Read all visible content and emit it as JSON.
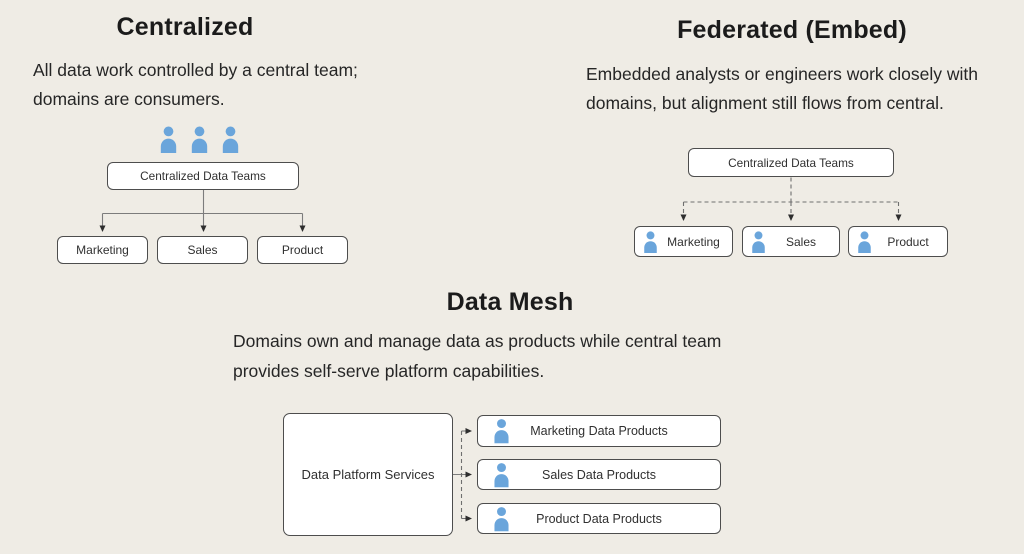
{
  "colors": {
    "background": "#EFECE5",
    "box_fill": "#FFFFFF",
    "box_border": "#4D4D4D",
    "connector_gray": "#6F6F6F",
    "arrowhead": "#2E2E2E",
    "person_blue": "#6AA5DB",
    "text_dark": "#1E1E1E"
  },
  "sections": {
    "centralized": {
      "title": "Centralized",
      "description_lines": [
        "All data work controlled by a central team;",
        "domains are consumers."
      ],
      "person_icon_count": 3,
      "parent_box_label": "Centralized Data Teams",
      "child_boxes": [
        "Marketing",
        "Sales",
        "Product"
      ]
    },
    "federated": {
      "title": "Federated (Embed)",
      "description_lines": [
        "Embedded analysts or engineers work closely with",
        "domains, but alignment still flows from central."
      ],
      "parent_box_label": "Centralized Data Teams",
      "child_boxes": [
        "Marketing",
        "Sales",
        "Product"
      ]
    },
    "data_mesh": {
      "title": "Data Mesh",
      "description_lines": [
        "Domains own and manage data as products while central team",
        "provides self-serve platform capabilities."
      ],
      "platform_box_label": "Data Platform Services",
      "child_boxes": [
        "Marketing Data Products",
        "Sales Data Products",
        "Product Data Products"
      ]
    }
  }
}
